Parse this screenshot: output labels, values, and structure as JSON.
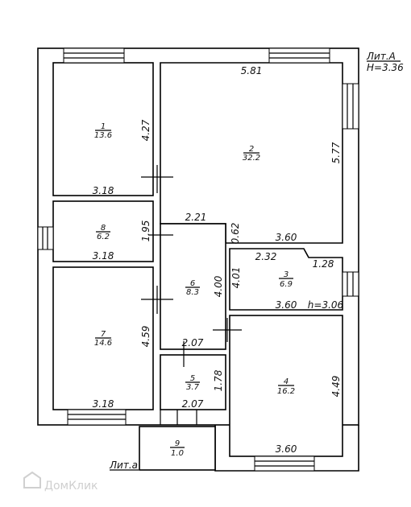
{
  "header": {
    "lit": "Лит.А",
    "height": "H=3.36"
  },
  "rooms": [
    {
      "id": "1",
      "num": "1",
      "area": "13.6",
      "dims": [
        "4.27",
        "3.18"
      ]
    },
    {
      "id": "2",
      "num": "2",
      "area": "32.2",
      "dims": [
        "5.81",
        "5.77",
        "3.60",
        "0.62",
        "2.21"
      ]
    },
    {
      "id": "3",
      "num": "3",
      "area": "6.9",
      "dims": [
        "2.32",
        "1.28",
        "3.60",
        "h=3.06",
        "4.01"
      ]
    },
    {
      "id": "4",
      "num": "4",
      "area": "16.2",
      "dims": [
        "4.49",
        "3.60"
      ]
    },
    {
      "id": "5",
      "num": "5",
      "area": "3.7",
      "dims": [
        "2.07",
        "1.78",
        "2.07"
      ]
    },
    {
      "id": "6",
      "num": "6",
      "area": "8.3",
      "dims": [
        "4.00"
      ]
    },
    {
      "id": "7",
      "num": "7",
      "area": "14.6",
      "dims": [
        "4.59",
        "3.18"
      ]
    },
    {
      "id": "8",
      "num": "8",
      "area": "6.2",
      "dims": [
        "1.95",
        "3.18"
      ]
    },
    {
      "id": "9",
      "num": "9",
      "area": "1.0",
      "dims": []
    }
  ],
  "footer": {
    "lit": "Лит.а"
  },
  "watermark": "ДомКлик"
}
